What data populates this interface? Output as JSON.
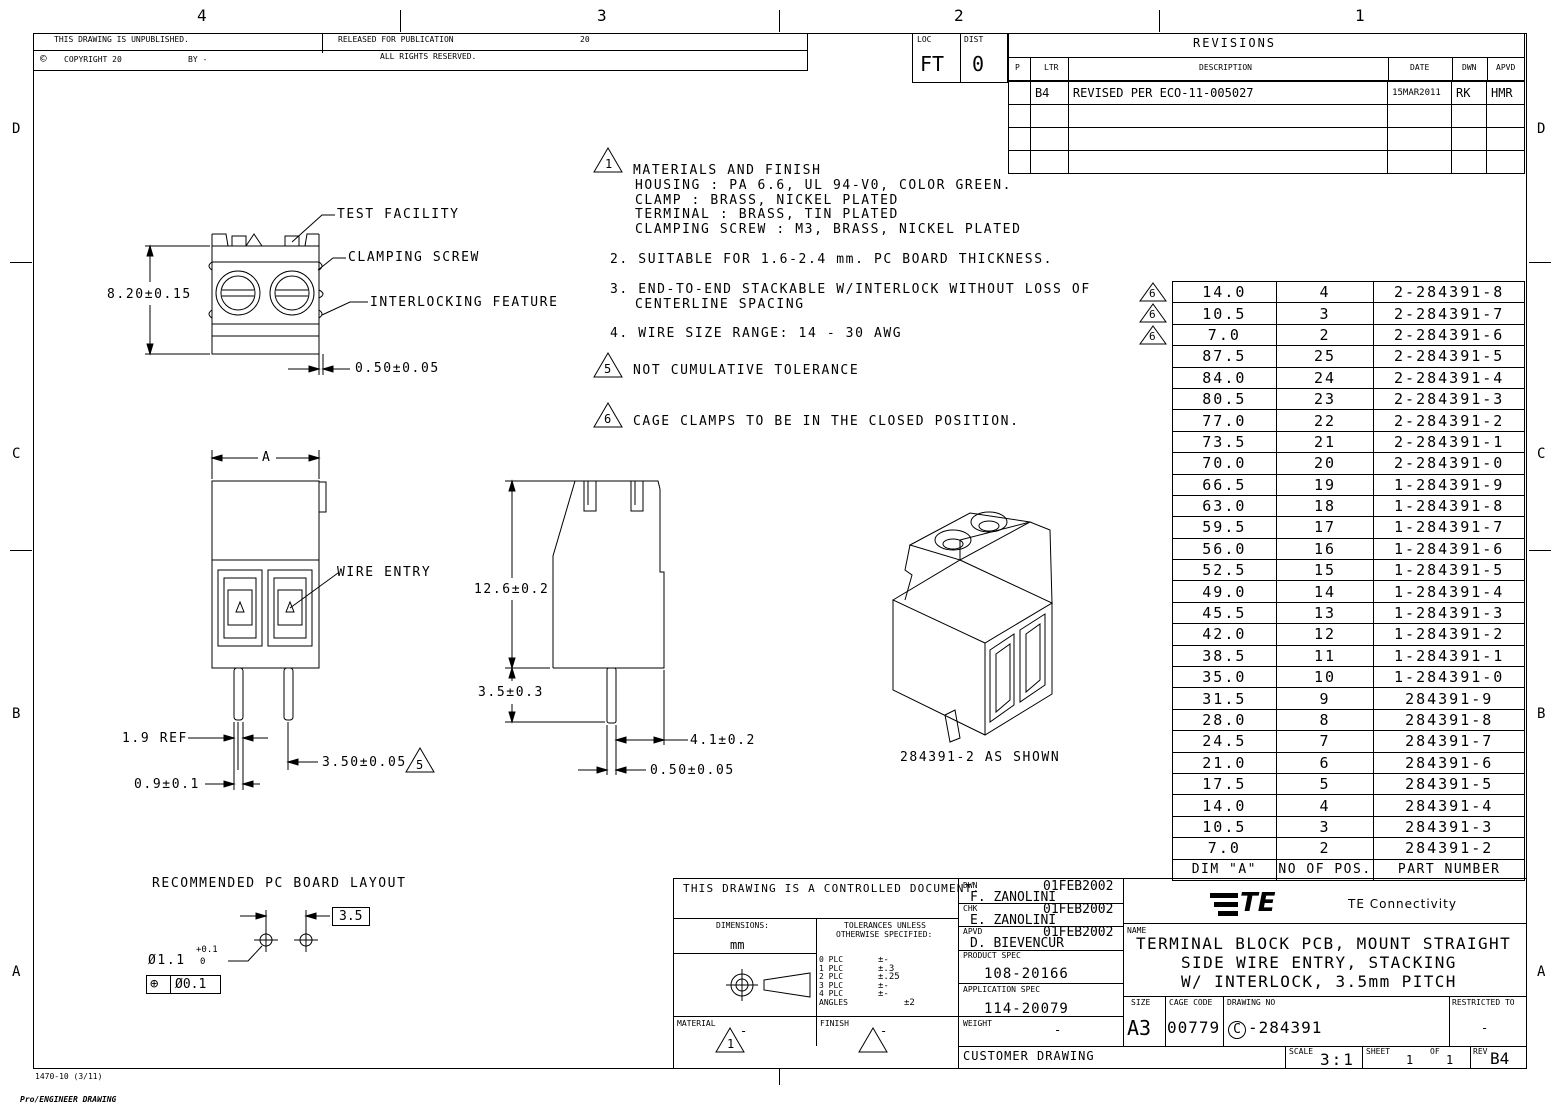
{
  "zones": {
    "top": [
      "4",
      "3",
      "2",
      "1"
    ],
    "left": [
      "D",
      "C",
      "B",
      "A"
    ],
    "right": [
      "D",
      "C",
      "B",
      "A"
    ]
  },
  "header": {
    "unpublished": "THIS DRAWING IS UNPUBLISHED.",
    "released": "RELEASED FOR PUBLICATION",
    "released_year": "20",
    "copyright": "COPYRIGHT 20",
    "copyright_by": "BY -",
    "rights": "ALL RIGHTS RESERVED.",
    "loc_label": "LOC",
    "loc_value": "FT",
    "dist_label": "DIST",
    "dist_value": "0"
  },
  "revisions": {
    "title": "REVISIONS",
    "headers": {
      "p": "P",
      "ltr": "LTR",
      "description": "DESCRIPTION",
      "date": "DATE",
      "dwn": "DWN",
      "apvd": "APVD"
    },
    "rows": [
      {
        "ltr": "B4",
        "description": "REVISED PER ECO-11-005027",
        "date": "15MAR2011",
        "dwn": "RK",
        "apvd": "HMR"
      },
      {
        "ltr": "",
        "description": "",
        "date": "",
        "dwn": "",
        "apvd": ""
      },
      {
        "ltr": "",
        "description": "",
        "date": "",
        "dwn": "",
        "apvd": ""
      },
      {
        "ltr": "",
        "description": "",
        "date": "",
        "dwn": "",
        "apvd": ""
      }
    ]
  },
  "notes": {
    "n1_num": "1",
    "n1_lines": [
      "MATERIALS AND FINISH",
      "HOUSING : PA 6.6, UL 94-V0, COLOR GREEN.",
      "CLAMP : BRASS, NICKEL PLATED",
      "TERMINAL : BRASS, TIN PLATED",
      "CLAMPING SCREW : M3, BRASS, NICKEL PLATED"
    ],
    "n2": "2. SUITABLE FOR 1.6-2.4 mm. PC BOARD THICKNESS.",
    "n3_lines": [
      "3. END-TO-END STACKABLE W/INTERLOCK WITHOUT LOSS OF",
      "CENTERLINE SPACING"
    ],
    "n4": "4. WIRE SIZE RANGE: 14 - 30 AWG",
    "n5_num": "5",
    "n5": "NOT CUMULATIVE TOLERANCE",
    "n6_num": "6",
    "n6": "CAGE CLAMPS TO BE IN THE CLOSED POSITION."
  },
  "views": {
    "test_facility": "TEST FACILITY",
    "clamping_screw": "CLAMPING SCREW",
    "interlocking": "INTERLOCKING FEATURE",
    "dim_height": "8.20±0.15",
    "dim_050_top": "0.50±0.05",
    "dim_A": "A",
    "wire_entry": "WIRE ENTRY",
    "dim_19ref": "1.9 REF",
    "dim_350": "3.50±0.05",
    "dim_350_flag": "5",
    "dim_09": "0.9±0.1",
    "dim_126": "12.6±0.2",
    "dim_35": "3.5±0.3",
    "dim_41": "4.1±0.2",
    "dim_050_side": "0.50±0.05",
    "iso_caption": "284391-2 AS SHOWN",
    "pcb_title": "RECOMMENDED PC BOARD LAYOUT",
    "pcb_pitch": "3.5",
    "pcb_hole": "Ø1.1",
    "pcb_hole_tol_plus": "+0.1",
    "pcb_hole_tol_minus": "0",
    "pcb_pos_sym": "⊕",
    "pcb_pos_tol": "Ø0.1"
  },
  "part_table": {
    "flag": "6",
    "headers": {
      "dim": "DIM \"A\"",
      "pos": "NO OF POS.",
      "part": "PART NUMBER"
    },
    "rows": [
      {
        "dim": "14.0",
        "pos": "4",
        "part": "2-284391-8",
        "flag": true
      },
      {
        "dim": "10.5",
        "pos": "3",
        "part": "2-284391-7",
        "flag": true
      },
      {
        "dim": "7.0",
        "pos": "2",
        "part": "2-284391-6",
        "flag": true
      },
      {
        "dim": "87.5",
        "pos": "25",
        "part": "2-284391-5"
      },
      {
        "dim": "84.0",
        "pos": "24",
        "part": "2-284391-4"
      },
      {
        "dim": "80.5",
        "pos": "23",
        "part": "2-284391-3"
      },
      {
        "dim": "77.0",
        "pos": "22",
        "part": "2-284391-2"
      },
      {
        "dim": "73.5",
        "pos": "21",
        "part": "2-284391-1"
      },
      {
        "dim": "70.0",
        "pos": "20",
        "part": "2-284391-0"
      },
      {
        "dim": "66.5",
        "pos": "19",
        "part": "1-284391-9"
      },
      {
        "dim": "63.0",
        "pos": "18",
        "part": "1-284391-8"
      },
      {
        "dim": "59.5",
        "pos": "17",
        "part": "1-284391-7"
      },
      {
        "dim": "56.0",
        "pos": "16",
        "part": "1-284391-6"
      },
      {
        "dim": "52.5",
        "pos": "15",
        "part": "1-284391-5"
      },
      {
        "dim": "49.0",
        "pos": "14",
        "part": "1-284391-4"
      },
      {
        "dim": "45.5",
        "pos": "13",
        "part": "1-284391-3"
      },
      {
        "dim": "42.0",
        "pos": "12",
        "part": "1-284391-2"
      },
      {
        "dim": "38.5",
        "pos": "11",
        "part": "1-284391-1"
      },
      {
        "dim": "35.0",
        "pos": "10",
        "part": "1-284391-0"
      },
      {
        "dim": "31.5",
        "pos": "9",
        "part": "284391-9"
      },
      {
        "dim": "28.0",
        "pos": "8",
        "part": "284391-8"
      },
      {
        "dim": "24.5",
        "pos": "7",
        "part": "284391-7"
      },
      {
        "dim": "21.0",
        "pos": "6",
        "part": "284391-6"
      },
      {
        "dim": "17.5",
        "pos": "5",
        "part": "284391-5"
      },
      {
        "dim": "14.0",
        "pos": "4",
        "part": "284391-4"
      },
      {
        "dim": "10.5",
        "pos": "3",
        "part": "284391-3"
      },
      {
        "dim": "7.0",
        "pos": "2",
        "part": "284391-2"
      }
    ]
  },
  "title_block": {
    "controlled": "THIS DRAWING IS A CONTROLLED DOCUMENT.",
    "dimensions_label": "DIMENSIONS:",
    "dimensions_value": "mm",
    "tol_label1": "TOLERANCES UNLESS",
    "tol_label2": "OTHERWISE SPECIFIED:",
    "tol_rows": [
      {
        "plc": "0 PLC",
        "val": "±-"
      },
      {
        "plc": "1 PLC",
        "val": "±.3"
      },
      {
        "plc": "2 PLC",
        "val": "±.25"
      },
      {
        "plc": "3 PLC",
        "val": "±-"
      },
      {
        "plc": "4 PLC",
        "val": "±-"
      },
      {
        "plc": "ANGLES",
        "val": "±2"
      }
    ],
    "material_label": "MATERIAL",
    "material_flag": "1",
    "material_dash": "-",
    "finish_label": "FINISH",
    "finish_dash": "-",
    "dwn_label": "DWN",
    "dwn_date": "01FEB2002",
    "dwn_name": "F. ZANOLINI",
    "chk_label": "CHK",
    "chk_date": "01FEB2002",
    "chk_name": "E. ZANOLINI",
    "apvd_label": "APVD",
    "apvd_date": "01FEB2002",
    "apvd_name": "D. BIEVENCUR",
    "product_spec_label": "PRODUCT SPEC",
    "product_spec": "108-20166",
    "application_spec_label": "APPLICATION SPEC",
    "application_spec": "114-20079",
    "weight_label": "WEIGHT",
    "weight": "-",
    "customer_drawing": "CUSTOMER DRAWING",
    "logo": "TE",
    "company": "TE Connectivity",
    "name_label": "NAME",
    "name_lines": [
      "TERMINAL BLOCK PCB, MOUNT STRAIGHT",
      "SIDE WIRE ENTRY, STACKING",
      "W/ INTERLOCK, 3.5mm PITCH"
    ],
    "size_label": "SIZE",
    "size": "A3",
    "cage_label": "CAGE CODE",
    "cage": "00779",
    "drawing_no_label": "DRAWING NO",
    "drawing_prefix": "C",
    "drawing_no": "-284391",
    "restricted_label": "RESTRICTED TO",
    "restricted": "-",
    "scale_label": "SCALE",
    "scale": "3:1",
    "sheet_label": "SHEET",
    "sheet": "1",
    "of_label": "OF",
    "of": "1",
    "rev_label": "REV",
    "rev": "B4"
  },
  "footer": {
    "form": "1470-10 (3/11)",
    "software": "Pro/ENGINEER DRAWING"
  }
}
